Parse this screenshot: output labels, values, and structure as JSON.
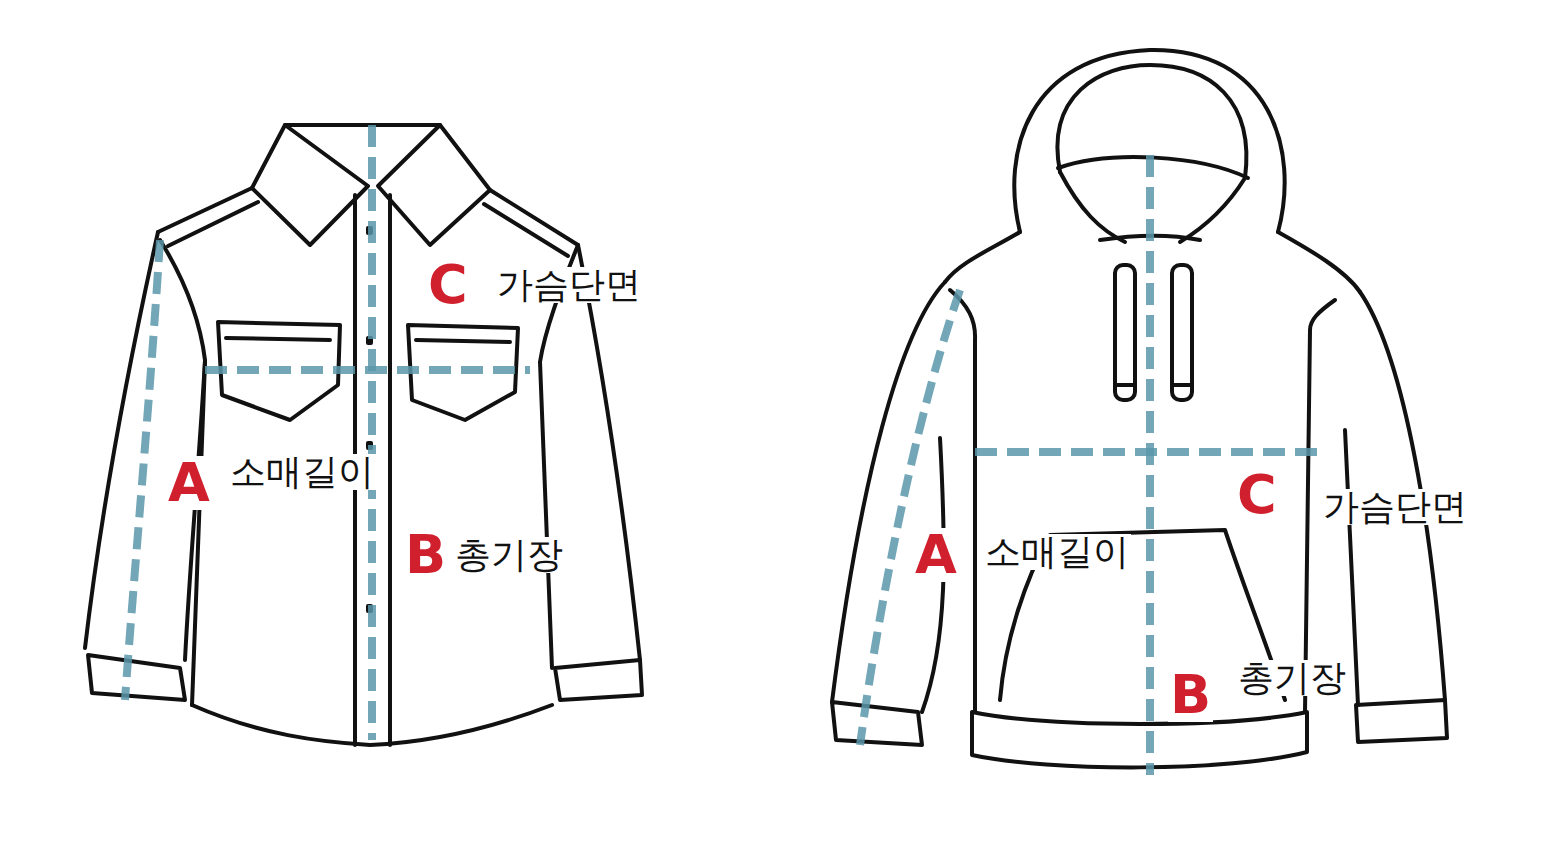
{
  "diagram": {
    "labels": [
      "C",
      "가슴단면",
      "A",
      "소매길이",
      "B",
      "총기장",
      "A",
      "소매길이",
      "C",
      "가슴단면",
      "B",
      "총기장"
    ]
  }
}
